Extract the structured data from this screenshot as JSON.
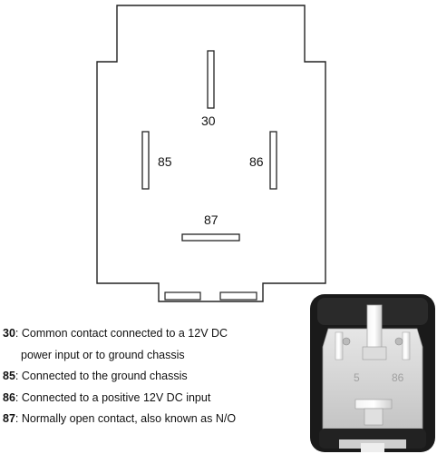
{
  "pins": {
    "p30": "30",
    "p85": "85",
    "p86": "86",
    "p87": "87"
  },
  "legend": [
    {
      "pin": "30",
      "text": ": Common contact connected to a 12V DC"
    },
    {
      "pin": "",
      "text": "power input or to ground chassis"
    },
    {
      "pin": "85",
      "text": ": Connected to the ground chassis"
    },
    {
      "pin": "86",
      "text": ": Connected to a positive 12V DC input"
    },
    {
      "pin": "87",
      "text": ": Normally open contact, also known as N/O"
    }
  ],
  "photo": {
    "label_5": "5",
    "label_86": "86"
  },
  "colors": {
    "outline": "#222222",
    "relay_body": "#d8d8d8",
    "relay_housing": "#1a1a1a"
  }
}
